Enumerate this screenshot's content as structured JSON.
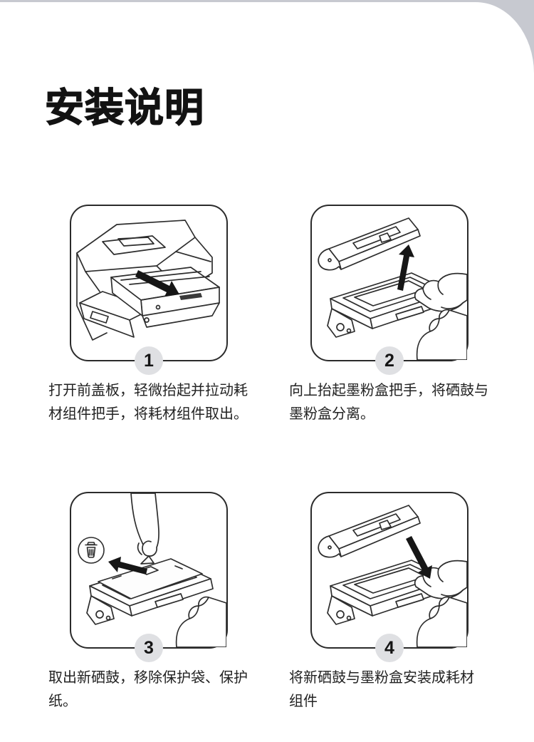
{
  "page": {
    "title": "安装说明",
    "background_color": "#c7c9d0",
    "card_color": "#ffffff",
    "line_art_color": "#2d2d2d",
    "badge_color": "#dfe0e3"
  },
  "steps": [
    {
      "number": "1",
      "caption_lines": [
        "打开前盖板，轻微抬起并拉动耗",
        "材组件把手，将耗材组件取出。"
      ],
      "illustration": "printer-pull-out-consumable-unit"
    },
    {
      "number": "2",
      "caption_lines": [
        "向上抬起墨粉盒把手，将硒鼓与",
        "墨粉盒分离。"
      ],
      "illustration": "lift-toner-cartridge-off-drum"
    },
    {
      "number": "3",
      "caption_lines": [
        "取出新硒鼓，移除保护袋、保护",
        "纸。"
      ],
      "illustration": "remove-protective-wrap-from-new-drum"
    },
    {
      "number": "4",
      "caption_lines": [
        "将新硒鼓与墨粉盒安装成耗材",
        "组件"
      ],
      "illustration": "install-toner-cartridge-into-drum"
    }
  ]
}
